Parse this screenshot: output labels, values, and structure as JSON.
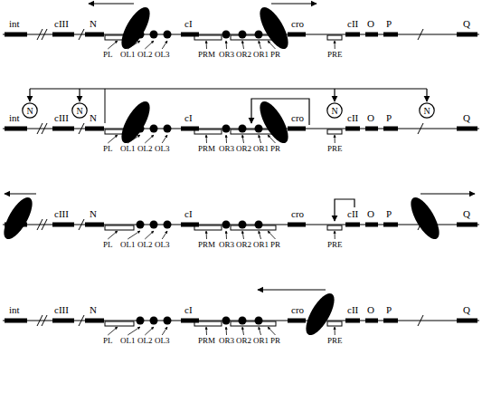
{
  "diagram": {
    "nodes": [
      {
        "text": [
          "N"
        ]
      },
      {
        "text": [
          "N"
        ]
      },
      {
        "text": [
          "N"
        ]
      },
      {
        "text": [
          "N"
        ]
      }
    ],
    "labels": [
      "int",
      "cIII",
      "N",
      "cI",
      "cro",
      "cII",
      "O",
      "P",
      "Q",
      "PL",
      "OL1",
      "OL2",
      "OL3",
      "PRM",
      "OR3",
      "OR2",
      "OR1",
      "PR",
      "PRE",
      "int",
      "cIII",
      "N",
      "cI",
      "cro",
      "cII",
      "O",
      "P",
      "Q",
      "PL",
      "OL1",
      "OL2",
      "OL3",
      "PRM",
      "OR3",
      "OR2",
      "OR1",
      "PR",
      "PRE",
      "cIII",
      "N",
      "cI",
      "cro",
      "cII",
      "O",
      "P",
      "Q",
      "PL",
      "OL1",
      "OL2",
      "OL3",
      "PRM",
      "OR3",
      "OR2",
      "OR1",
      "PR",
      "PRE",
      "int",
      "cIII",
      "N",
      "cI",
      "cro",
      "cII",
      "O",
      "P",
      "Q",
      "PL",
      "OL1",
      "OL2",
      "OL3",
      "PRM",
      "OR3",
      "OR2",
      "OR1",
      "PR",
      "PRE"
    ]
  }
}
